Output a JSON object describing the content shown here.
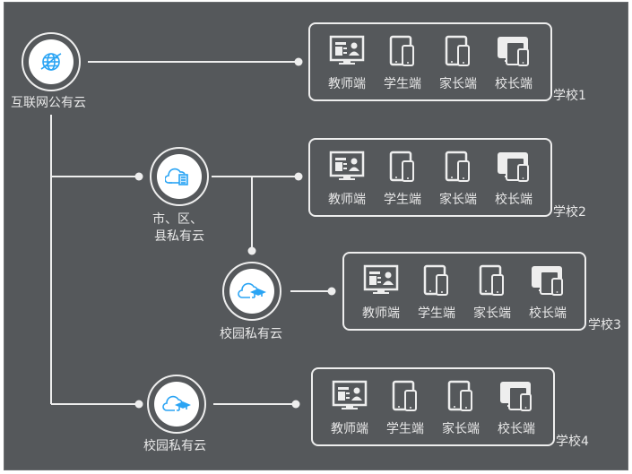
{
  "diagram": {
    "title": "",
    "colors": {
      "background": "#55585b",
      "line": "#eeeeee",
      "icon_accent": "#2aa4f4",
      "text": "#e8e8e8"
    },
    "nodes": [
      {
        "id": "internet-public-cloud",
        "label": "互联网公有云",
        "icon": "globe-icon"
      },
      {
        "id": "city-district-private-cloud",
        "label_line1": "市、区、",
        "label_line2": "县私有云",
        "icon": "cloud-building-icon"
      },
      {
        "id": "campus-private-cloud-a",
        "label": "校园私有云",
        "icon": "cloud-graduation-cap-icon"
      },
      {
        "id": "campus-private-cloud-b",
        "label": "校园私有云",
        "icon": "cloud-graduation-cap-icon"
      }
    ],
    "schools": [
      {
        "name": "学校1",
        "connected_to": "internet-public-cloud",
        "devices": [
          {
            "label": "教师端",
            "icon": "teacher-monitor-icon"
          },
          {
            "label": "学生端",
            "icon": "tablet-phone-icon"
          },
          {
            "label": "家长端",
            "icon": "tablet-phone-icon"
          },
          {
            "label": "校长端",
            "icon": "multi-device-icon"
          }
        ]
      },
      {
        "name": "学校2",
        "connected_to": "city-district-private-cloud",
        "devices": [
          {
            "label": "教师端",
            "icon": "teacher-monitor-icon"
          },
          {
            "label": "学生端",
            "icon": "tablet-phone-icon"
          },
          {
            "label": "家长端",
            "icon": "tablet-phone-icon"
          },
          {
            "label": "校长端",
            "icon": "multi-device-icon"
          }
        ]
      },
      {
        "name": "学校3",
        "connected_to": "campus-private-cloud-a",
        "devices": [
          {
            "label": "教师端",
            "icon": "teacher-monitor-icon"
          },
          {
            "label": "学生端",
            "icon": "tablet-phone-icon"
          },
          {
            "label": "家长端",
            "icon": "tablet-phone-icon"
          },
          {
            "label": "校长端",
            "icon": "multi-device-icon"
          }
        ]
      },
      {
        "name": "学校4",
        "connected_to": "campus-private-cloud-b",
        "devices": [
          {
            "label": "教师端",
            "icon": "teacher-monitor-icon"
          },
          {
            "label": "学生端",
            "icon": "tablet-phone-icon"
          },
          {
            "label": "家长端",
            "icon": "tablet-phone-icon"
          },
          {
            "label": "校长端",
            "icon": "multi-device-icon"
          }
        ]
      }
    ],
    "edges": [
      {
        "from": "internet-public-cloud",
        "to": "学校1"
      },
      {
        "from": "internet-public-cloud",
        "to": "city-district-private-cloud"
      },
      {
        "from": "internet-public-cloud",
        "to": "campus-private-cloud-b"
      },
      {
        "from": "city-district-private-cloud",
        "to": "学校2"
      },
      {
        "from": "city-district-private-cloud",
        "to": "campus-private-cloud-a"
      },
      {
        "from": "campus-private-cloud-a",
        "to": "学校3"
      },
      {
        "from": "campus-private-cloud-b",
        "to": "学校4"
      }
    ]
  }
}
